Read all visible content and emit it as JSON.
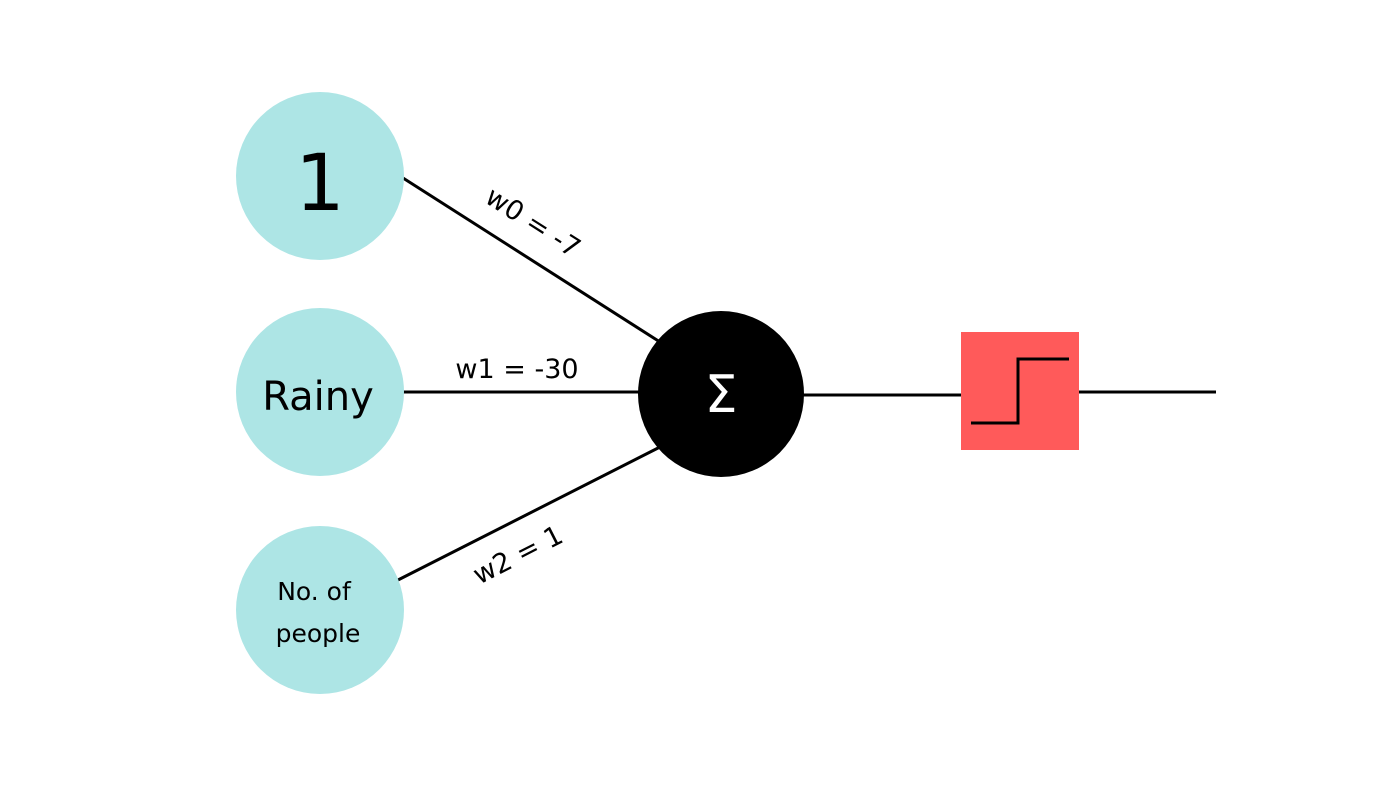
{
  "inputs": [
    {
      "label_lines": [
        "1"
      ]
    },
    {
      "label_lines": [
        "Rainy"
      ]
    },
    {
      "label_lines": [
        "No. of",
        "people"
      ]
    }
  ],
  "weights": [
    {
      "label": "w0 = -7"
    },
    {
      "label": "w1 = -30"
    },
    {
      "label": "w2 = 1"
    }
  ],
  "summation": {
    "symbol": "Σ"
  },
  "activation": {
    "icon": "step-function-icon"
  },
  "colors": {
    "input_fill": "#ade5e5",
    "summation_fill": "#000000",
    "summation_text": "#ffffff",
    "activation_fill": "#ff5a5a",
    "line": "#000000"
  }
}
